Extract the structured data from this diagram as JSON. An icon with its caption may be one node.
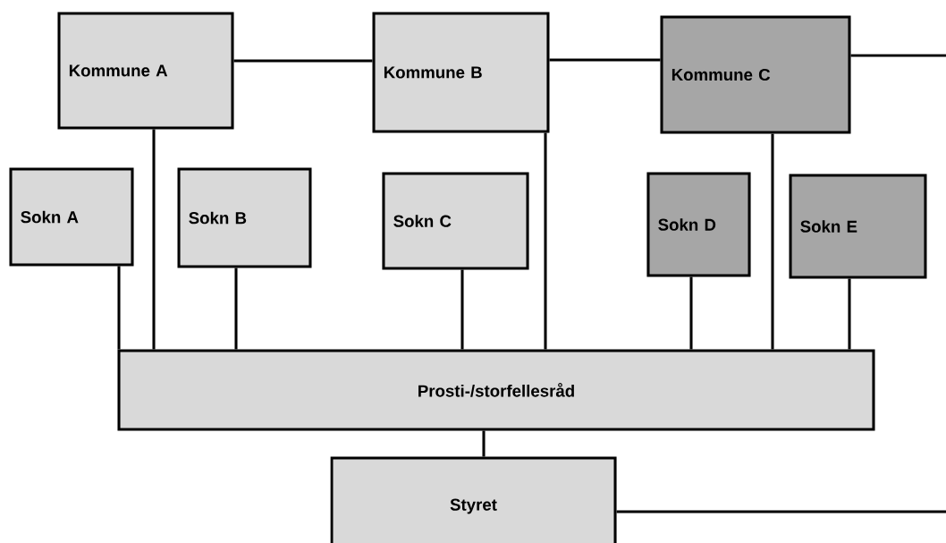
{
  "diagram": {
    "nodes": [
      {
        "text": [
          "Kommune A"
        ]
      },
      {
        "text": [
          "Kommune B"
        ]
      },
      {
        "text": [
          "Kommune C"
        ]
      },
      {
        "text": [
          "Sokn A"
        ]
      },
      {
        "text": [
          "Sokn B"
        ]
      },
      {
        "text": [
          "Sokn C"
        ]
      },
      {
        "text": [
          "Sokn D"
        ]
      },
      {
        "text": [
          "Sokn E"
        ]
      },
      {
        "text": [
          "Prosti-/storfellesråd"
        ]
      },
      {
        "text": [
          "Styret"
        ]
      }
    ],
    "edges": [
      {
        "from": 0,
        "to": 1,
        "arrow": "none"
      },
      {
        "from": 1,
        "to": 2,
        "arrow": "none"
      },
      {
        "from": 2,
        "to": null,
        "arrow": "none"
      },
      {
        "from": 3,
        "to": 8,
        "arrow": "none"
      },
      {
        "from": 0,
        "to": 8,
        "arrow": "none"
      },
      {
        "from": 4,
        "to": 8,
        "arrow": "none"
      },
      {
        "from": 5,
        "to": 8,
        "arrow": "none"
      },
      {
        "from": 1,
        "to": 8,
        "arrow": "none"
      },
      {
        "from": 6,
        "to": 8,
        "arrow": "none"
      },
      {
        "from": 2,
        "to": 8,
        "arrow": "none"
      },
      {
        "from": 7,
        "to": 8,
        "arrow": "none"
      },
      {
        "from": 8,
        "to": 9,
        "arrow": "none"
      },
      {
        "from": 9,
        "to": null,
        "arrow": "none"
      }
    ]
  }
}
